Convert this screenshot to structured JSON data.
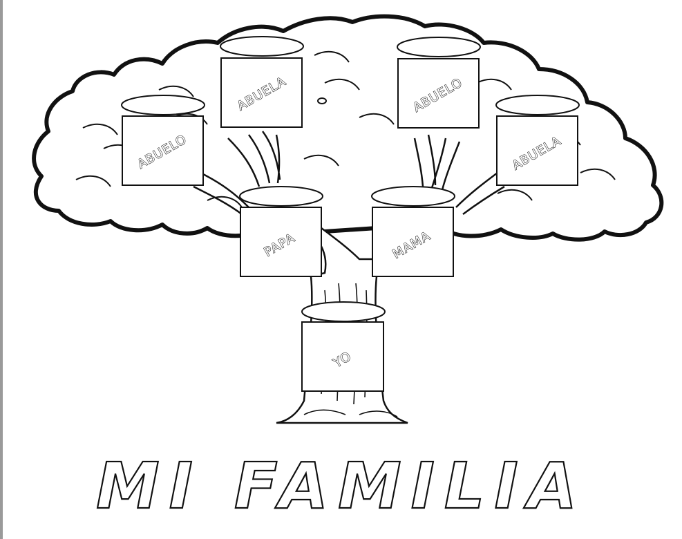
{
  "title": "MI FAMILIA",
  "members": {
    "grandfather_left": "ABUELO",
    "grandmother_left": "ABUELA",
    "grandfather_right": "ABUELO",
    "grandmother_right": "ABUELA",
    "father": "PAPA",
    "mother": "MAMA",
    "me": "YO"
  },
  "colors": {
    "ink": "#111111",
    "paper": "#ffffff",
    "frame": "#9a9a9a"
  }
}
